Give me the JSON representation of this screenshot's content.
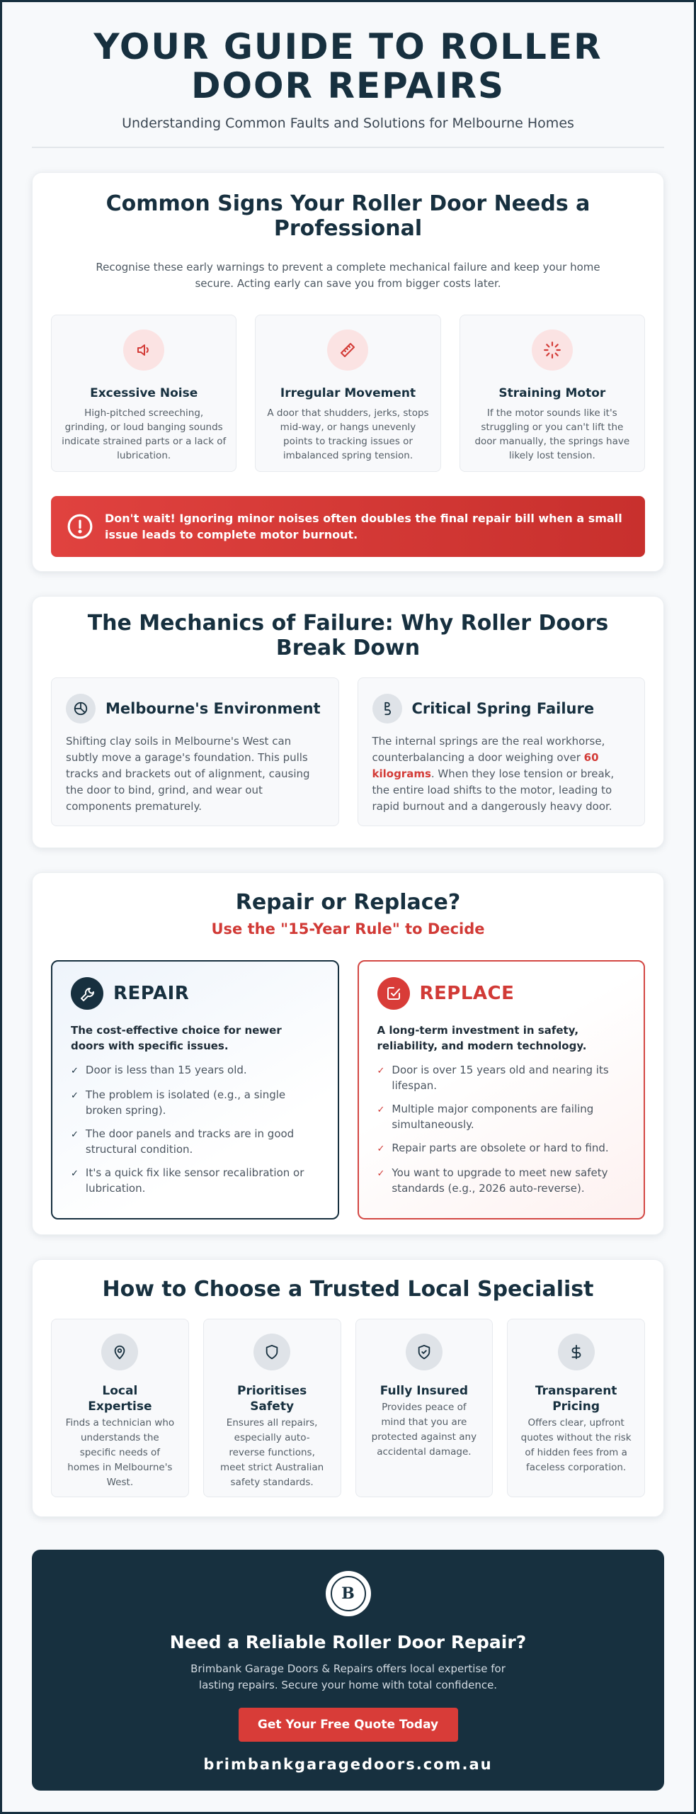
{
  "header": {
    "title": "YOUR GUIDE TO ROLLER DOOR REPAIRS",
    "subtitle": "Understanding Common Faults and Solutions for Melbourne Homes"
  },
  "signs_section": {
    "title": "Common Signs Your Roller Door Needs a Professional",
    "intro": "Recognise these early warnings to prevent a complete mechanical failure and keep your home secure. Acting early can save you from bigger costs later.",
    "items": [
      {
        "icon": "speaker-icon",
        "title": "Excessive Noise",
        "text": "High-pitched screeching, grinding, or loud banging sounds indicate strained parts or a lack of lubrication."
      },
      {
        "icon": "ruler-icon",
        "title": "Irregular Movement",
        "text": "A door that shudders, jerks, stops mid-way, or hangs unevenly points to tracking issues or imbalanced spring tension."
      },
      {
        "icon": "loader-icon",
        "title": "Straining Motor",
        "text": "If the motor sounds like it's struggling or you can't lift the door manually, the springs have likely lost tension."
      }
    ],
    "alert": "Don't wait! Ignoring minor noises often doubles the final repair bill when a small issue leads to complete motor burnout."
  },
  "mechanics_section": {
    "title": "The Mechanics of Failure: Why Roller Doors Break Down",
    "environment": {
      "icon": "pie-chart-icon",
      "title": "Melbourne's Environment",
      "text": "Shifting clay soils in Melbourne's West can subtly move a garage's foundation. This pulls tracks and brackets out of alignment, causing the door to bind, grind, and wear out components prematurely."
    },
    "spring": {
      "icon": "spring-icon",
      "title": "Critical Spring Failure",
      "text_before": "The internal springs are the real workhorse, counterbalancing a door weighing over ",
      "highlight": "60 kilograms",
      "text_after": ". When they lose tension or break, the entire load shifts to the motor, leading to rapid burnout and a dangerously heavy door."
    }
  },
  "repair_replace": {
    "title": "Repair or Replace?",
    "tagline": "Use the \"15-Year Rule\" to Decide",
    "repair": {
      "label": "REPAIR",
      "lead": "The cost-effective choice for newer doors with specific issues.",
      "points": [
        "Door is less than 15 years old.",
        "The problem is isolated (e.g., a single broken spring).",
        "The door panels and tracks are in good structural condition.",
        "It's a quick fix like sensor recalibration or lubrication."
      ]
    },
    "replace": {
      "label": "REPLACE",
      "lead": "A long-term investment in safety, reliability, and modern technology.",
      "points": [
        "Door is over 15 years old and nearing its lifespan.",
        "Multiple major components are failing simultaneously.",
        "Repair parts are obsolete or hard to find.",
        "You want to upgrade to meet new safety standards (e.g., 2026 auto-reverse)."
      ]
    },
    "check_glyph": "✓"
  },
  "specialist_section": {
    "title": "How to Choose a Trusted Local Specialist",
    "items": [
      {
        "icon": "map-pin-icon",
        "title": "Local Expertise",
        "text": "Finds a technician who understands the specific needs of homes in Melbourne's West."
      },
      {
        "icon": "shield-icon",
        "title": "Prioritises Safety",
        "text": "Ensures all repairs, especially auto-reverse functions, meet strict Australian safety standards."
      },
      {
        "icon": "shield-check-icon",
        "title": "Fully Insured",
        "text": "Provides peace of mind that you are protected against any accidental damage."
      },
      {
        "icon": "dollar-icon",
        "title": "Transparent Pricing",
        "text": "Offers clear, upfront quotes without the risk of hidden fees from a faceless corporation."
      }
    ]
  },
  "cta": {
    "logo_letter": "B",
    "title": "Need a Reliable Roller Door Repair?",
    "text": "Brimbank Garage Doors & Repairs offers local expertise for lasting repairs. Secure your home with total confidence.",
    "button": "Get Your Free Quote Today",
    "url": "brimbankgaragedoors.com.au"
  },
  "colors": {
    "navy": "#17303f",
    "accent_red": "#d83c38",
    "background": "#f7f9fb"
  }
}
